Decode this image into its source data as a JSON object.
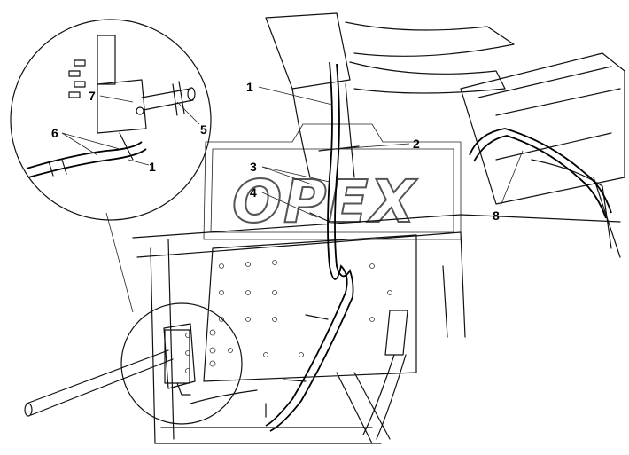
{
  "watermark": {
    "text": "OPEX"
  },
  "callouts": [
    {
      "id": "1",
      "label": "1"
    },
    {
      "id": "1b",
      "label": "1"
    },
    {
      "id": "2",
      "label": "2"
    },
    {
      "id": "3",
      "label": "3"
    },
    {
      "id": "4",
      "label": "4"
    },
    {
      "id": "5",
      "label": "5"
    },
    {
      "id": "6",
      "label": "6"
    },
    {
      "id": "7",
      "label": "7"
    },
    {
      "id": "8",
      "label": "8"
    }
  ]
}
